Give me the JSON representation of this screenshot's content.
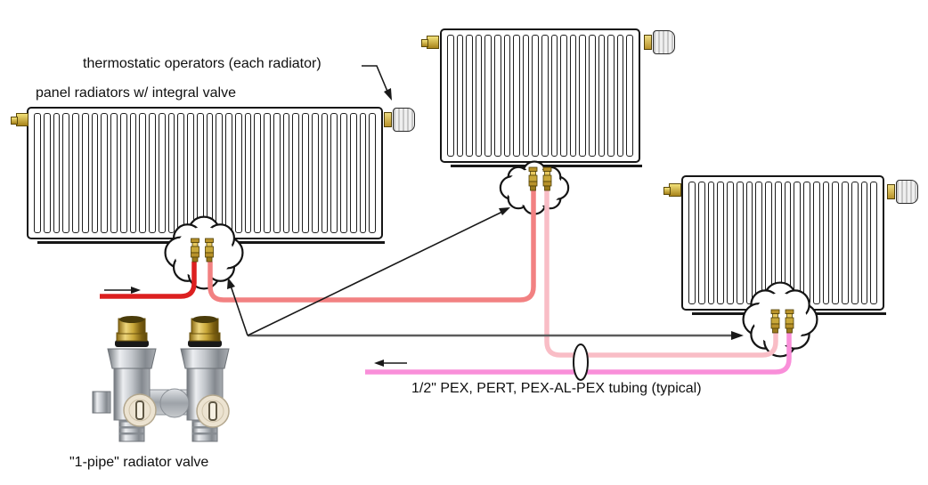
{
  "labels": {
    "thermostatic_operators": "thermostatic operators (each radiator)",
    "panel_radiators": "panel radiators w/ integral valve",
    "tubing": "1/2\" PEX, PERT, PEX-AL-PEX tubing (typical)",
    "one_pipe_valve": "\"1-pipe\" radiator valve"
  },
  "colors": {
    "supply_hot": "#dc2020",
    "after_radiator_1": "#f28182",
    "after_radiator_2": "#f9bdc6",
    "return_cool": "#f98fd9",
    "pointer_line_gray": "#5c5c5c",
    "line_black": "#191919",
    "brass": "#c9a83a",
    "cloud_fill": "#ffffff"
  },
  "icons": {
    "cloud_callout": "scalloped-bubble",
    "radiator_valve_pair": "brass-fittings",
    "flow_arrow": "black-arrow"
  }
}
